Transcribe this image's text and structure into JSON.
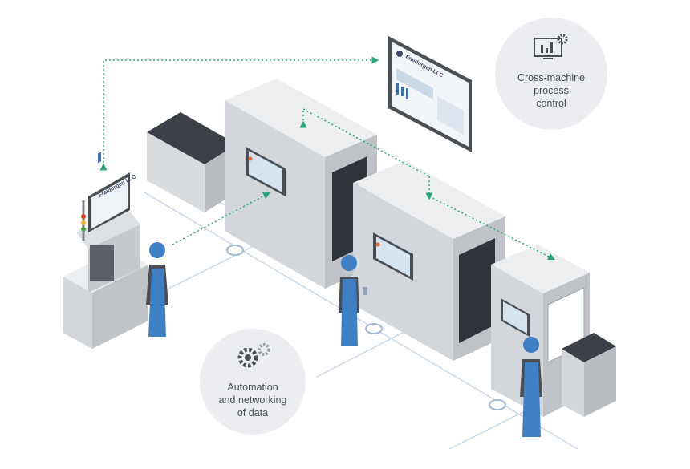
{
  "callouts": {
    "cross_machine": "Cross-machine\nprocess\ncontrol",
    "automation": "Automation\nand networking\nof data"
  },
  "monitor": {
    "brand": "Fraidorgen LLC",
    "small_brand": "Fraidorgen LLC"
  },
  "icons": {
    "cross_machine": "monitor-gear-icon",
    "automation": "gears-icon"
  },
  "colors": {
    "accent": "#2aa57a",
    "worker_blue": "#3f7fc4",
    "machine_gray": "#d6d9de",
    "bubble": "#ebedf0",
    "network_line": "#c9d8e8"
  }
}
